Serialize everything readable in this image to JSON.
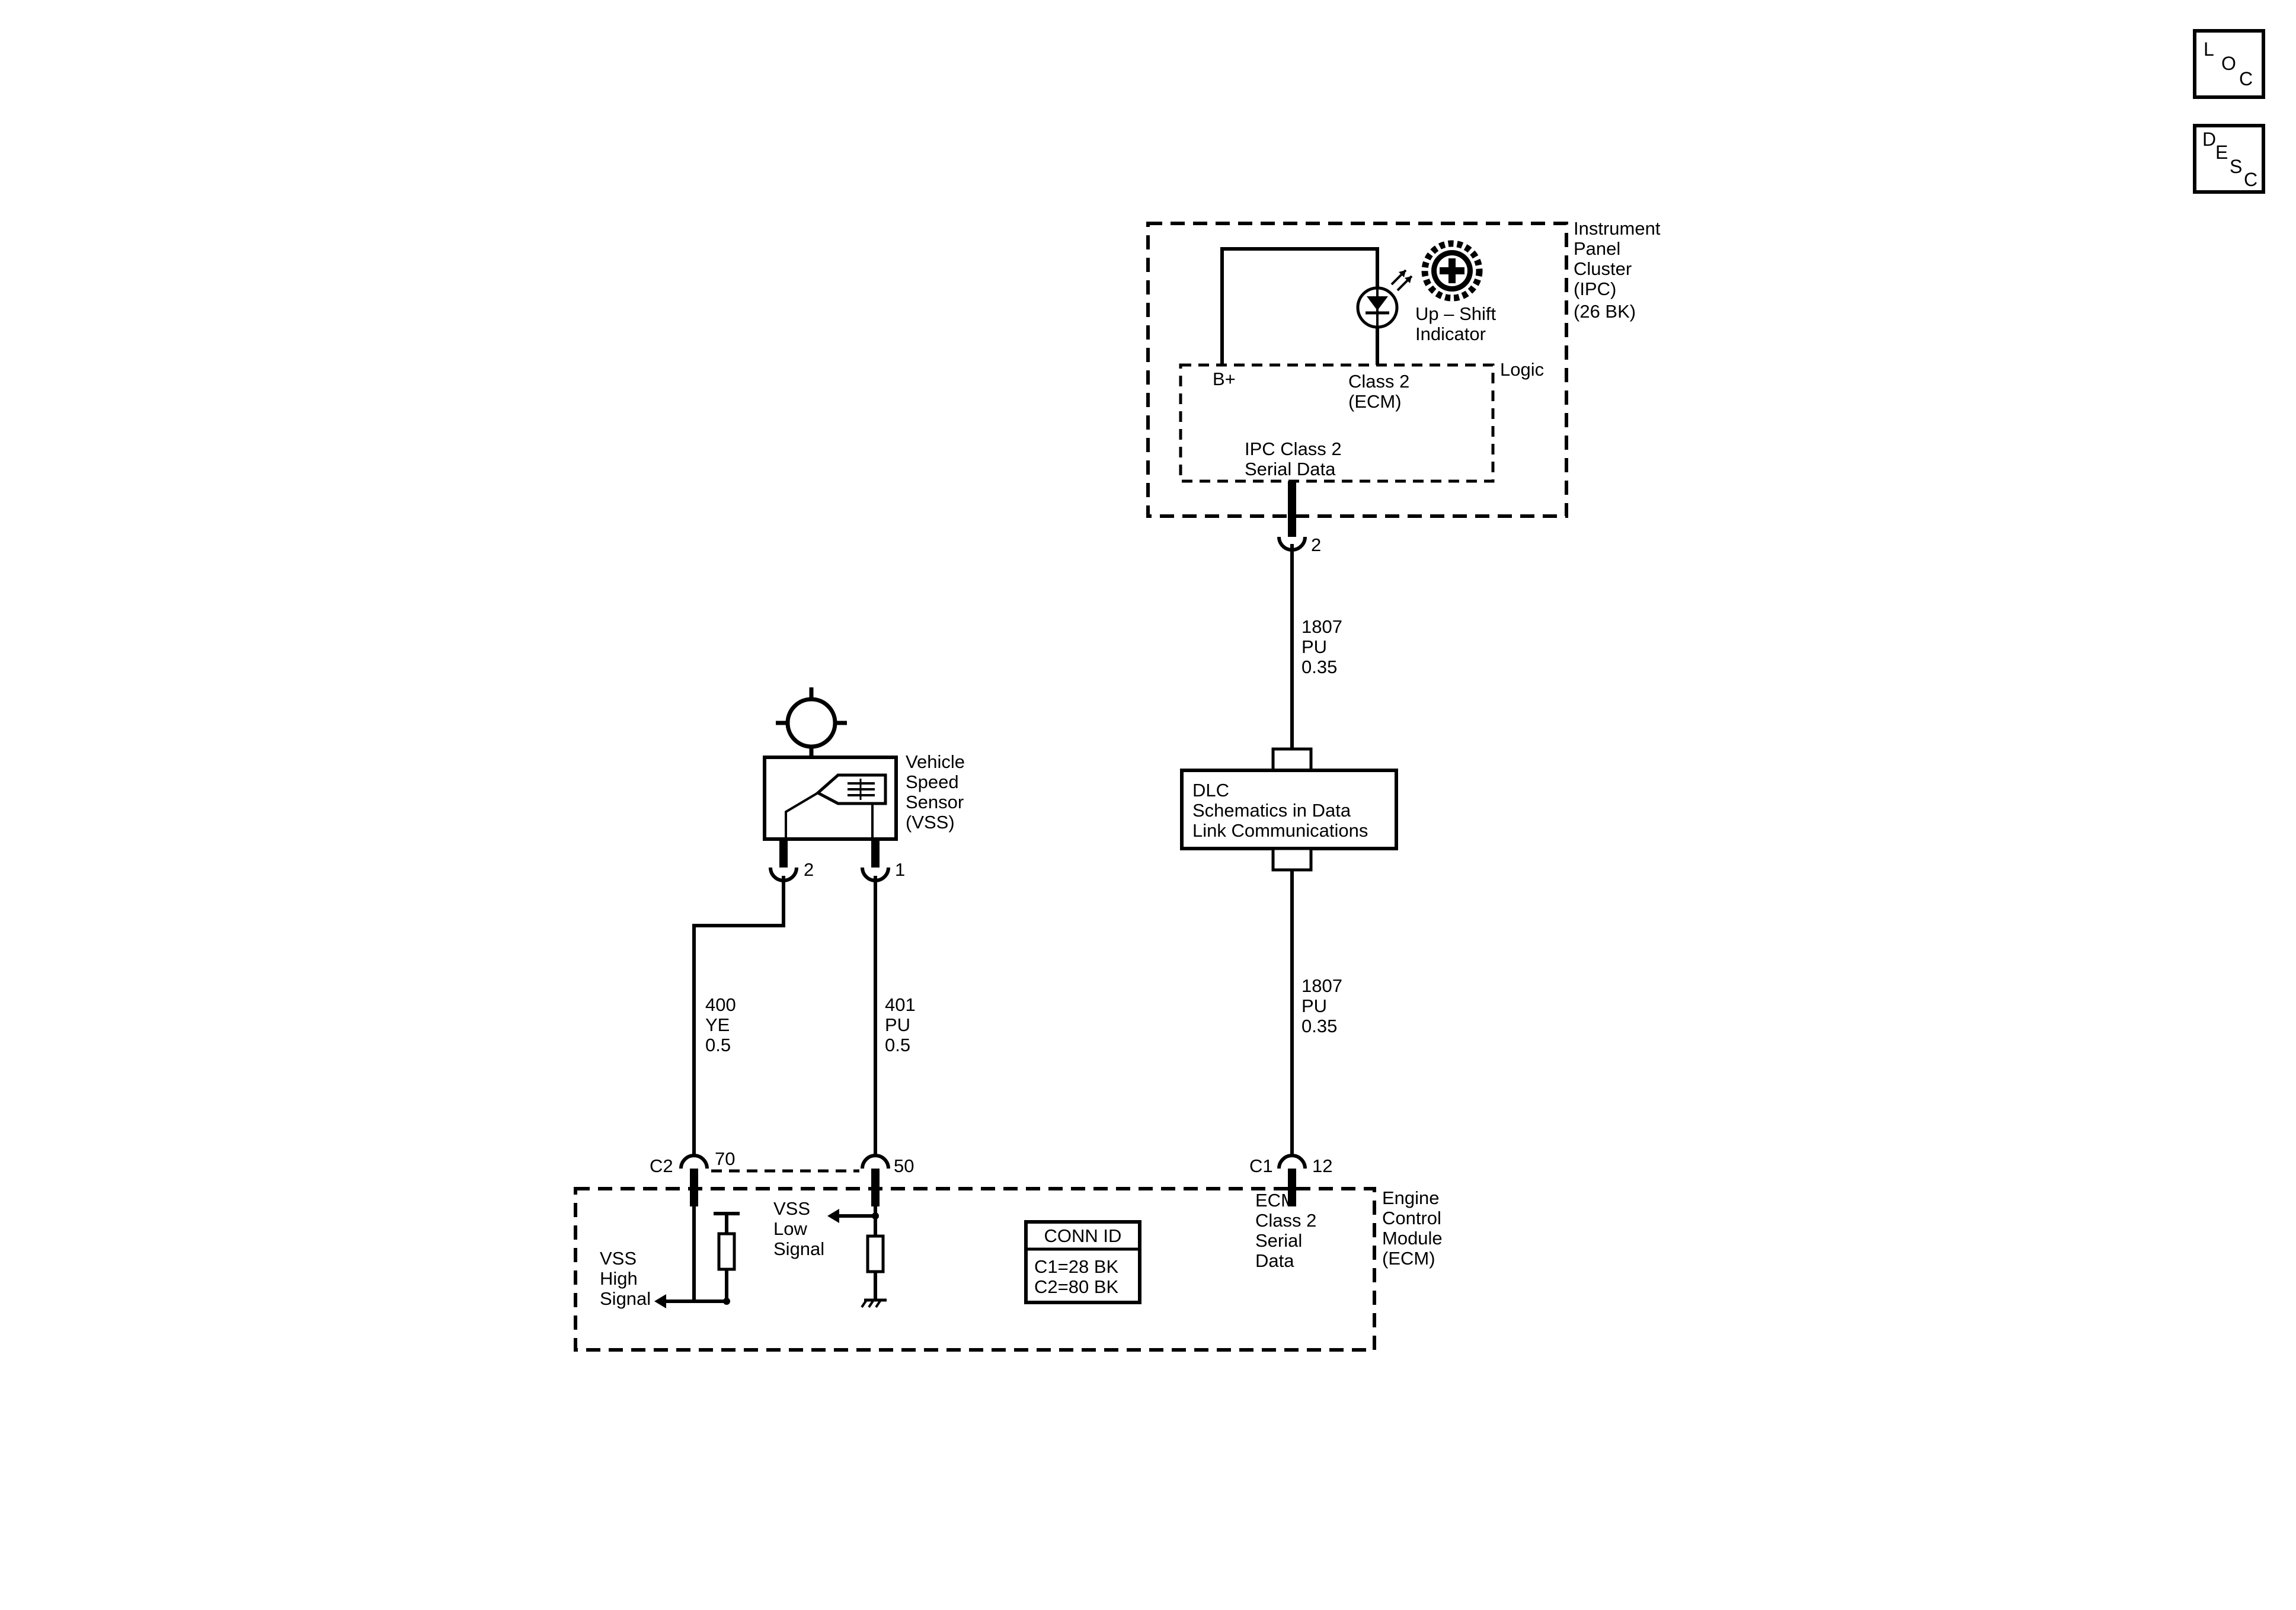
{
  "nav": {
    "loc": {
      "letters": [
        "L",
        "O",
        "C"
      ]
    },
    "desc": {
      "letters": [
        "D",
        "E",
        "S",
        "C"
      ]
    }
  },
  "ipc": {
    "name_lines": [
      "Instrument",
      "Panel",
      "Cluster",
      "(IPC)",
      "(26 BK)"
    ],
    "logic_label": "Logic",
    "bplus_label": "B+",
    "class2_lines": [
      "Class 2",
      "(ECM)"
    ],
    "serial_lines": [
      "IPC Class 2",
      "Serial Data"
    ],
    "indicator_lines": [
      "Up – Shift",
      "Indicator"
    ],
    "indicator_icon": "upshift-gear-icon",
    "pin": "2"
  },
  "wire_ipc_dlc": {
    "circuit": "1807",
    "color": "PU",
    "gauge": "0.35"
  },
  "dlc": {
    "lines": [
      "DLC",
      "Schematics in Data",
      "Link Communications"
    ]
  },
  "wire_dlc_ecm": {
    "circuit": "1807",
    "color": "PU",
    "gauge": "0.35"
  },
  "vss": {
    "name_lines": [
      "Vehicle",
      "Speed",
      "Sensor",
      "(VSS)"
    ],
    "location_icon": "component-location-icon",
    "pin_left": "2",
    "pin_right": "1"
  },
  "wire_400": {
    "circuit": "400",
    "color": "YE",
    "gauge": "0.5"
  },
  "wire_401": {
    "circuit": "401",
    "color": "PU",
    "gauge": "0.5"
  },
  "ecm": {
    "name_lines": [
      "Engine",
      "Control",
      "Module",
      "(ECM)"
    ],
    "c2_label": "C2",
    "c2_pin": "70",
    "c2_pin_b": "50",
    "c1_label": "C1",
    "c1_pin": "12",
    "vss_high_lines": [
      "VSS",
      "High",
      "Signal"
    ],
    "vss_low_lines": [
      "VSS",
      "Low",
      "Signal"
    ],
    "serial_lines": [
      "ECM",
      "Class 2",
      "Serial",
      "Data"
    ],
    "conn_id": {
      "title": "CONN ID",
      "rows": [
        "C1=28 BK",
        "C2=80 BK"
      ]
    }
  }
}
